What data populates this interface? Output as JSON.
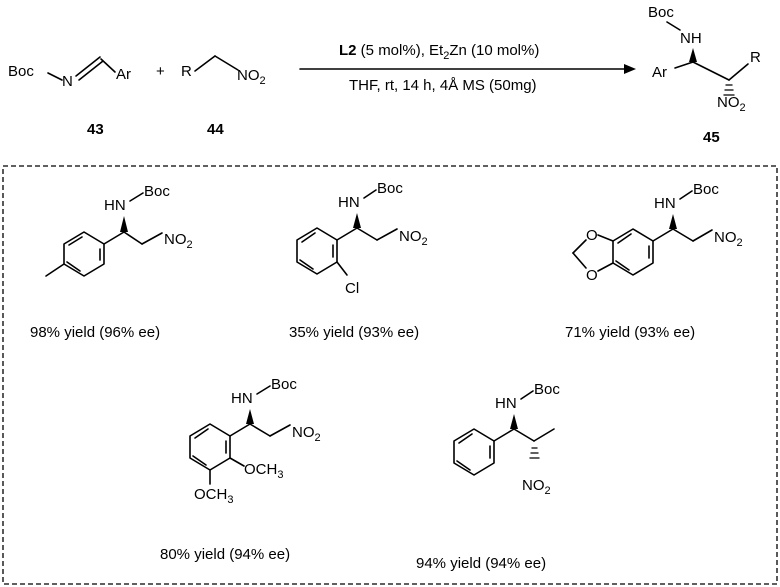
{
  "reaction": {
    "imine": {
      "protecting_group": "Boc",
      "n": "N",
      "aryl": "Ar",
      "label": "43"
    },
    "plus": "+",
    "nitroalkane": {
      "r": "R",
      "nitro": "NO",
      "nitro_sub": "2",
      "label": "44"
    },
    "conditions": {
      "line1_ligand": "L2",
      "line1_ligand_loading": " (5 mol%), Et",
      "line1_sub": "2",
      "line1_rest": "Zn (10 mol%)",
      "line2": "THF, rt, 14 h, 4Å MS (50mg)"
    },
    "product": {
      "boc": "Boc",
      "nh": "NH",
      "ar": "Ar",
      "r": "R",
      "nitro": "NO",
      "nitro_sub": "2",
      "label": "45"
    }
  },
  "examples": [
    {
      "nh": "HN",
      "boc": "Boc",
      "nitro": "NO",
      "nitro_sub": "2",
      "caption": "98% yield (96% ee)"
    },
    {
      "nh": "HN",
      "boc": "Boc",
      "nitro": "NO",
      "nitro_sub": "2",
      "cl": "Cl",
      "caption": "35% yield (93% ee)"
    },
    {
      "nh": "HN",
      "boc": "Boc",
      "nitro": "NO",
      "nitro_sub": "2",
      "o1": "O",
      "o2": "O",
      "caption": "71% yield (93% ee)"
    },
    {
      "nh": "HN",
      "boc": "Boc",
      "nitro": "NO",
      "nitro_sub": "2",
      "ome1": "OCH",
      "ome1_sub": "3",
      "ome2": "OCH",
      "ome2_sub": "3",
      "caption": "80% yield (94% ee)"
    },
    {
      "nh": "HN",
      "boc": "Boc",
      "nitro": "NO",
      "nitro_sub": "2",
      "caption": "94% yield (94% ee)"
    }
  ]
}
